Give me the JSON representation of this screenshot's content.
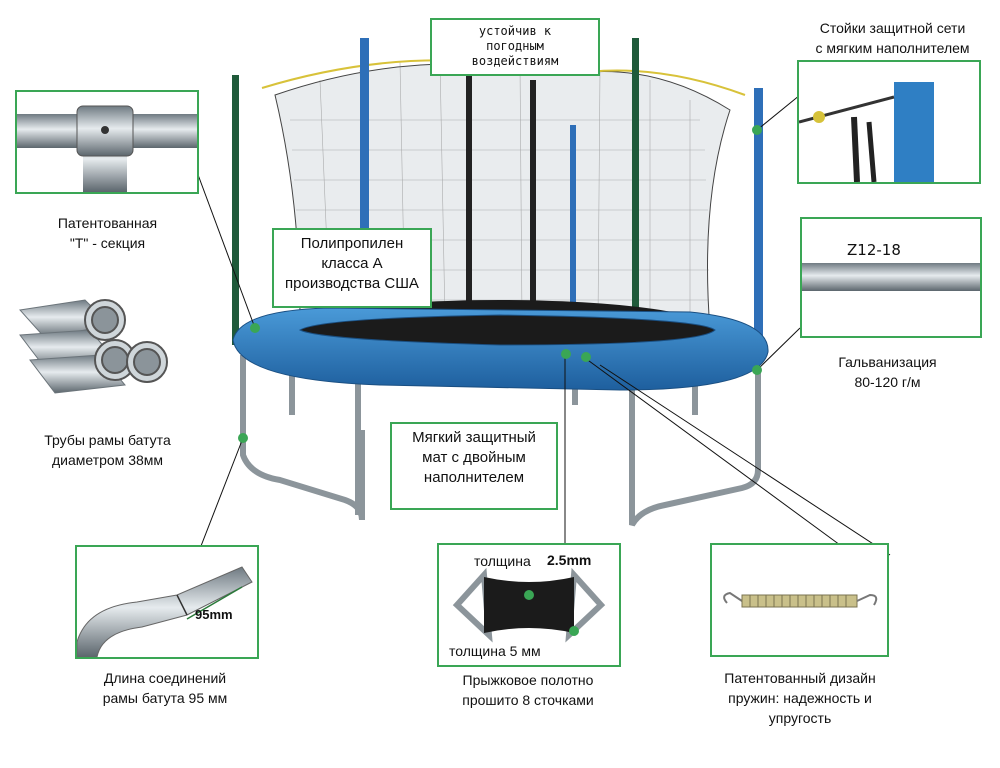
{
  "labels": {
    "t_section": "Патентованная\n\"T\" - секция",
    "frame_tubes": "Трубы рамы батута\nдиаметром 38мм",
    "joint_length": "Длина соединений\nрамы батута 95 мм",
    "net_posts": "Стойки защитной сети\nс мягким наполнителем",
    "galvanization": "Гальванизация\n80-120 г/м",
    "springs": "Патентованный дизайн\nпружин: надежность и\nупругость",
    "mat_sewn": "Прыжковое полотно\nпрошито 8 сточками",
    "weather": "устойчив к\nпогодным\nвоздействиям",
    "polypropylene": "Полипропилен\nкласса А\nпроизводства США",
    "soft_mat": "Мягкий защитный\nмат с двойным\nнаполнителем"
  },
  "insets": {
    "tube_marking": "Z12-18",
    "joint_size": "95mm",
    "thickness_label_top": "толщина",
    "thickness_value_top": "2.5mm",
    "thickness_label_bottom": "толщина 5 мм"
  },
  "colors": {
    "accent_green": "#3aa655",
    "pad_blue": "#2f7fc4",
    "steel": "#9aa4ab"
  }
}
